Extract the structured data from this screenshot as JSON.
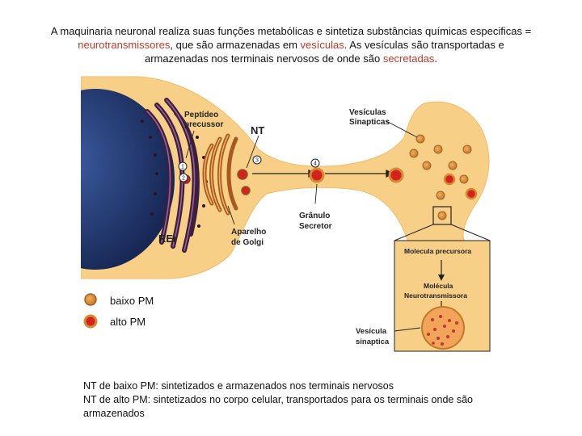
{
  "header": {
    "line1": "A maquinaria neuronal realiza suas funções metabólicas e sintetiza substâncias químicas especificas =",
    "line2_term1": "neurotransmissores",
    "line2_mid": ", que são armazenadas em ",
    "line2_term2": "vesículas",
    "line2_end": ". As vesículas são transportadas e",
    "line3_start": "armazenadas nos terminais nervosos de onde são ",
    "line3_term": "secretadas",
    "line3_end": "."
  },
  "diagram": {
    "labels": {
      "peptideo_1": "Peptídeo",
      "peptideo_2": "precussor",
      "nt": "NT",
      "vesiculas_1": "Vesículas",
      "vesiculas_2": "Sinapticas",
      "granulo_1": "Grânulo",
      "granulo_2": "Secretor",
      "aparelho_1": "Aparelho",
      "aparelho_2": "de Golgi",
      "rer": "REr",
      "molecula_precursora": "Molecula precursora",
      "molecula_nt_1": "Molécula",
      "molecula_nt_2": "Neurotransmissora",
      "vesicula_1": "Vesícula",
      "vesicula_2": "sinaptica"
    },
    "steps": [
      "1",
      "2",
      "3",
      "4"
    ],
    "legend": {
      "baixo": "baixo PM",
      "alto": "alto PM"
    },
    "colors": {
      "cytoplasm": "#f8cf86",
      "nucleus": "#22356b",
      "reticulum": "#3c1f3c",
      "golgi": "#a85a1e",
      "vesicle_low": "#d58a35",
      "vesicle_high": "#d4221c"
    }
  },
  "footer": {
    "line1": "NT de baixo PM: sintetizados e armazenados nos terminais nervosos",
    "line2": "NT de alto PM: sintetizados no corpo celular, transportados para os terminais onde são",
    "line3": "armazenados"
  }
}
